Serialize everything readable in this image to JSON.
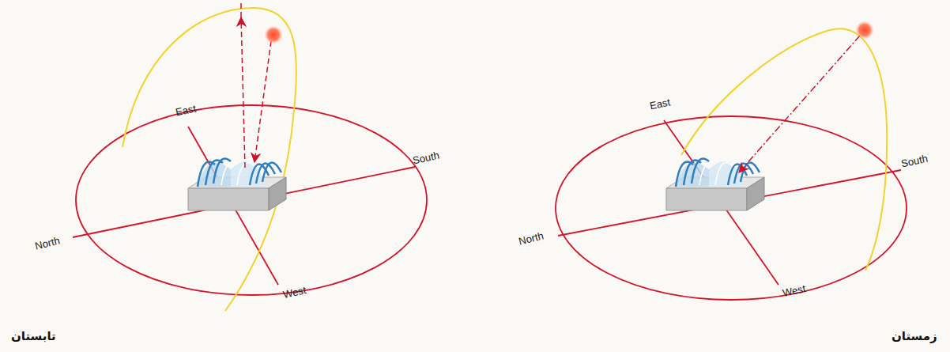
{
  "diagram": {
    "labels": [
      "East",
      "South",
      "North",
      "West",
      "تابستان",
      "East",
      "South",
      "North",
      "West",
      "زمستان"
    ]
  }
}
